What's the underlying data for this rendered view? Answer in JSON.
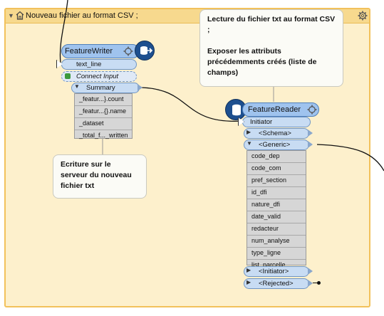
{
  "bookmark": {
    "title": "Nouveau fichier au format CSV ;"
  },
  "annotations": {
    "reader_note": "Lecture du fichier txt au format CSV ;\n\nExposer les attributs précédemments créés (liste de champs)",
    "writer_note": "Ecriture sur le serveur du nouveau fichier txt"
  },
  "feature_writer": {
    "title": "FeatureWriter",
    "input_port": "text_line",
    "connect_input": "Connect Input",
    "summary_port": "Summary",
    "attributes": [
      "_featur...}.count",
      "_featur...{}.name",
      "_dataset",
      "_total_f..._written"
    ]
  },
  "feature_reader": {
    "title": "FeatureReader",
    "input_port": "Initiator",
    "schema_port": "<Schema>",
    "generic_port": "<Generic>",
    "attributes": [
      "code_dep",
      "code_com",
      "pref_section",
      "id_dfi",
      "nature_dfi",
      "date_valid",
      "redacteur",
      "num_analyse",
      "type_ligne",
      "list_parcelle"
    ],
    "initiator_out": "<Initiator>",
    "rejected_out": "<Rejected>"
  },
  "colors": {
    "bookmark_fill": "#fdf0cc",
    "bookmark_border": "#f2c15b",
    "transformer_header": "#9fc3ee",
    "port_fill": "#c8dcf3",
    "attribute_fill": "#d6d6d6"
  }
}
